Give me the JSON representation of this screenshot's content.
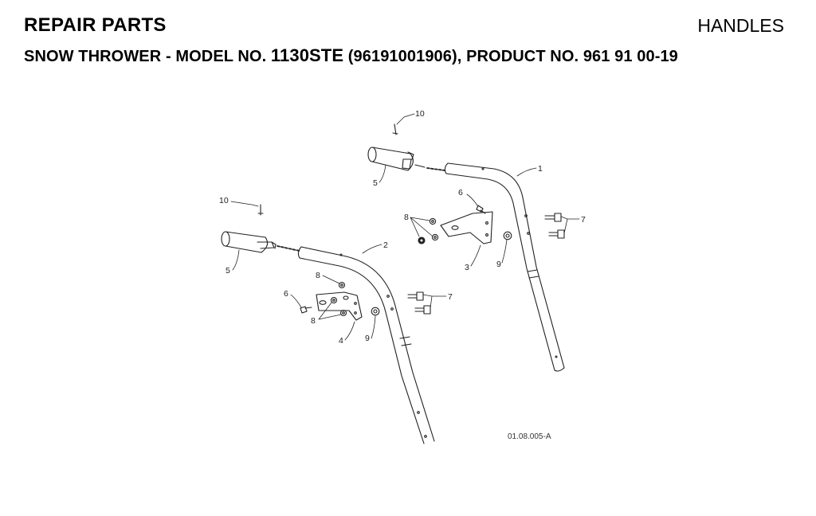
{
  "header": {
    "section": "REPAIR PARTS",
    "topic": "HANDLES",
    "subtitle_prefix": "SNOW THROWER - MODEL NO. ",
    "model": "1130STE",
    "subtitle_suffix": " (96191001906), PRODUCT NO. 961 91 00-19"
  },
  "diagram": {
    "code": "01.08.005-A",
    "callouts": {
      "c10a": "10",
      "c1": "1",
      "c5a": "5",
      "c6a": "6",
      "c8a": "8",
      "c7a": "7",
      "c3": "3",
      "c9a": "9",
      "c10b": "10",
      "c2": "2",
      "c5b": "5",
      "c8b": "8",
      "c6b": "6",
      "c7b": "7",
      "c8c": "8",
      "c4": "4",
      "c9b": "9"
    }
  }
}
